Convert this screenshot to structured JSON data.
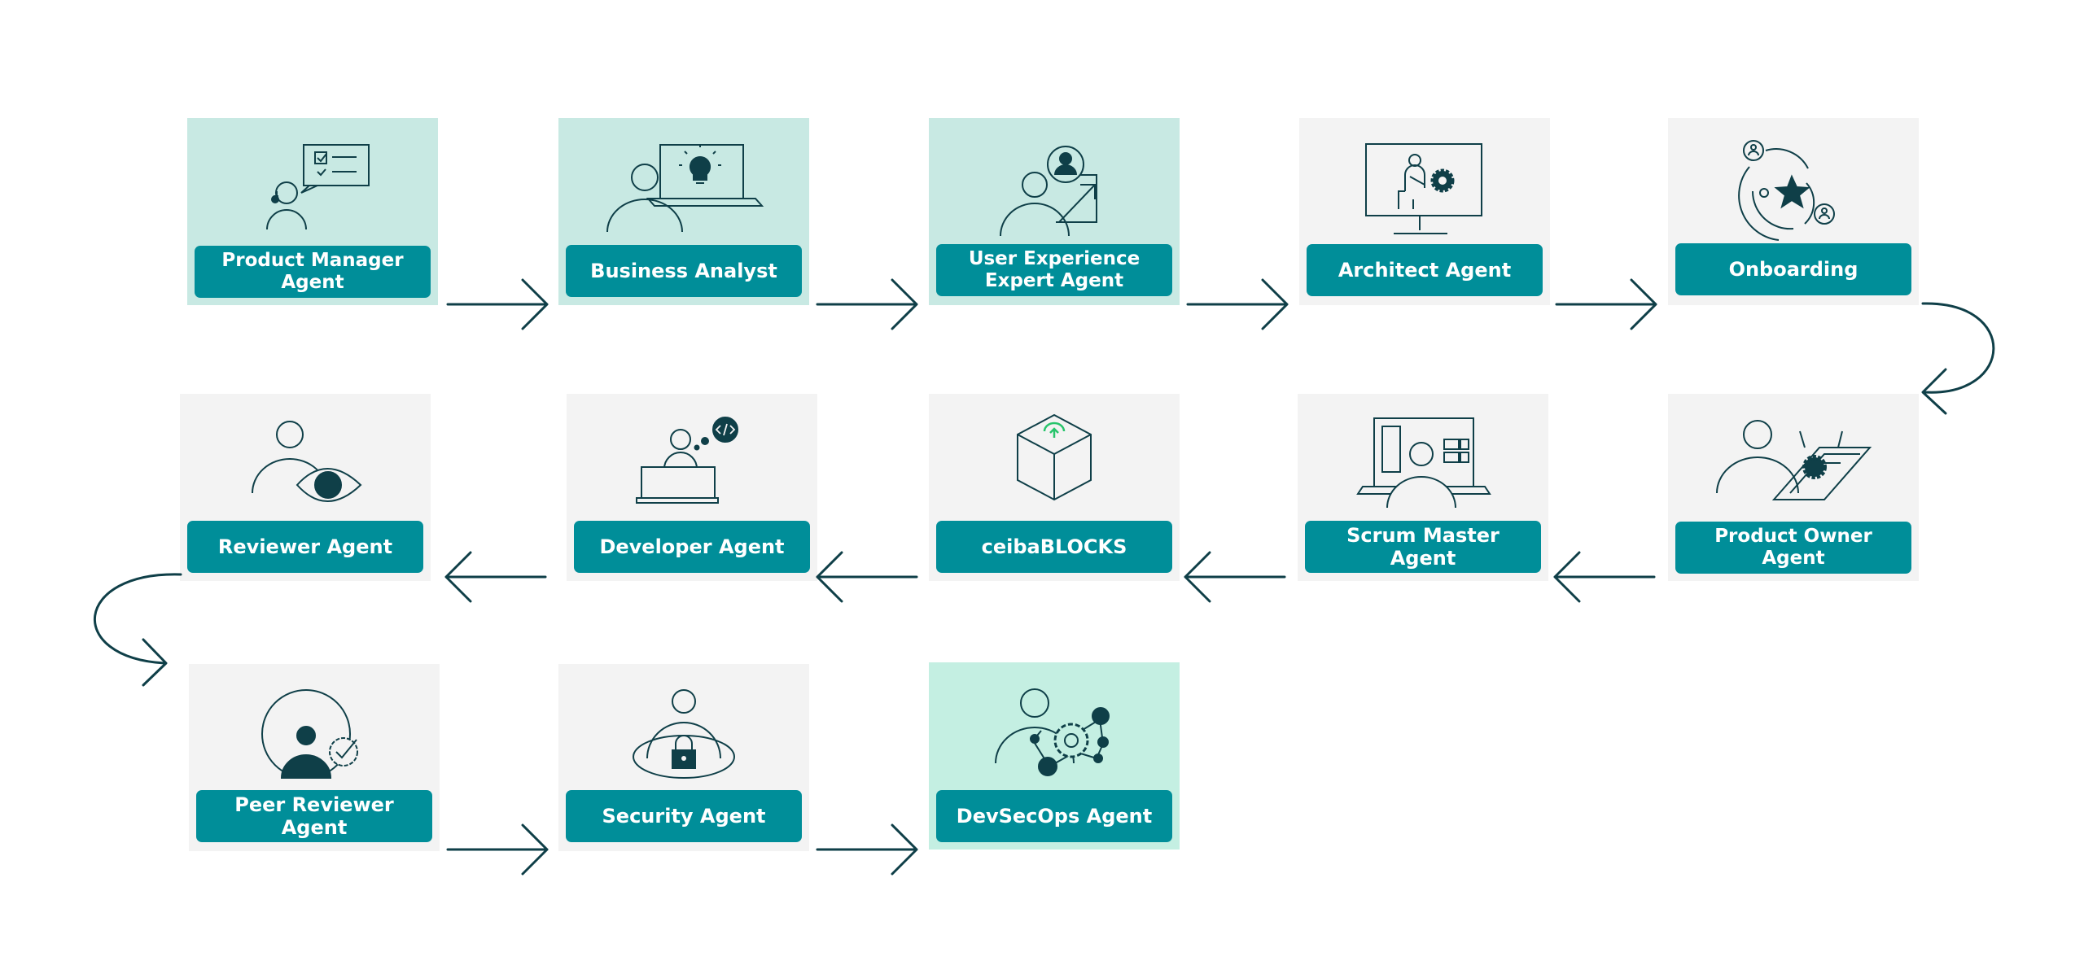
{
  "colors": {
    "line": "#0f3f48",
    "label_bg": "#008e99",
    "label_text": "#ffffff",
    "card_teal": "#c8e9e3",
    "card_grey": "#f3f3f3",
    "card_mint": "#c4efe2",
    "accent_green": "#27c46b"
  },
  "agents": [
    {
      "label": "Product Manager Agent",
      "icon": "product-manager-icon"
    },
    {
      "label": "Business Analyst",
      "icon": "business-analyst-icon"
    },
    {
      "label": "User Experience Expert Agent",
      "icon": "ux-expert-icon"
    },
    {
      "label": "Architect Agent",
      "icon": "architect-icon"
    },
    {
      "label": "Onboarding",
      "icon": "onboarding-icon"
    },
    {
      "label": "Product Owner Agent",
      "icon": "product-owner-icon"
    },
    {
      "label": "Scrum Master Agent",
      "icon": "scrum-master-icon"
    },
    {
      "label": "ceibaBLOCKS",
      "icon": "cube-icon"
    },
    {
      "label": "Developer Agent",
      "icon": "developer-icon"
    },
    {
      "label": "Reviewer Agent",
      "icon": "reviewer-icon"
    },
    {
      "label": "Peer Reviewer Agent",
      "icon": "peer-reviewer-icon"
    },
    {
      "label": "Security Agent",
      "icon": "security-icon"
    },
    {
      "label": "DevSecOps Agent",
      "icon": "devsecops-icon"
    }
  ]
}
